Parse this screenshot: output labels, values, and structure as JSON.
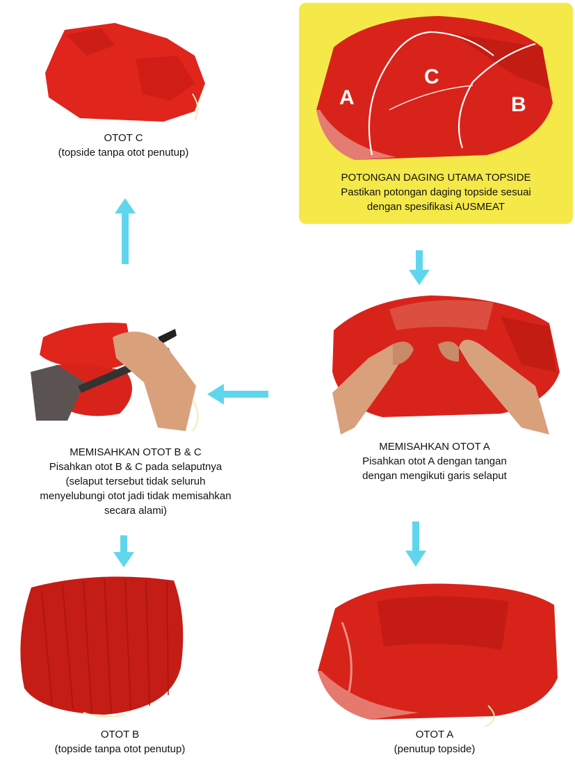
{
  "panels": {
    "otot_c": {
      "title": "OTOT C",
      "subtitle": "(topside tanpa otot penutup)"
    },
    "topside": {
      "title": "POTONGAN DAGING UTAMA TOPSIDE",
      "line1": "Pastikan potongan daging topside sesuai",
      "line2": "dengan spesifikasi AUSMEAT",
      "labels": {
        "a": "A",
        "b": "B",
        "c": "C"
      }
    },
    "memisahkan_bc": {
      "title": "MEMISAHKAN OTOT B & C",
      "line1": "Pisahkan otot B & C pada selaputnya",
      "line2": "(selaput tersebut tidak seluruh",
      "line3": "menyelubungi otot jadi tidak memisahkan",
      "line4": "secara alami)"
    },
    "memisahkan_a": {
      "title": "MEMISAHKAN OTOT A",
      "line1": "Pisahkan otot A dengan tangan",
      "line2": "dengan mengikuti garis selaput"
    },
    "otot_b": {
      "title": "OTOT B",
      "subtitle": "(topside tanpa otot penutup)"
    },
    "otot_a": {
      "title": "OTOT A",
      "subtitle": "(penutup topside)"
    }
  },
  "colors": {
    "meat": "#e0251c",
    "arrow": "#5fd6ee",
    "panel": "#f5e94a",
    "hand": "#d9a07c"
  }
}
